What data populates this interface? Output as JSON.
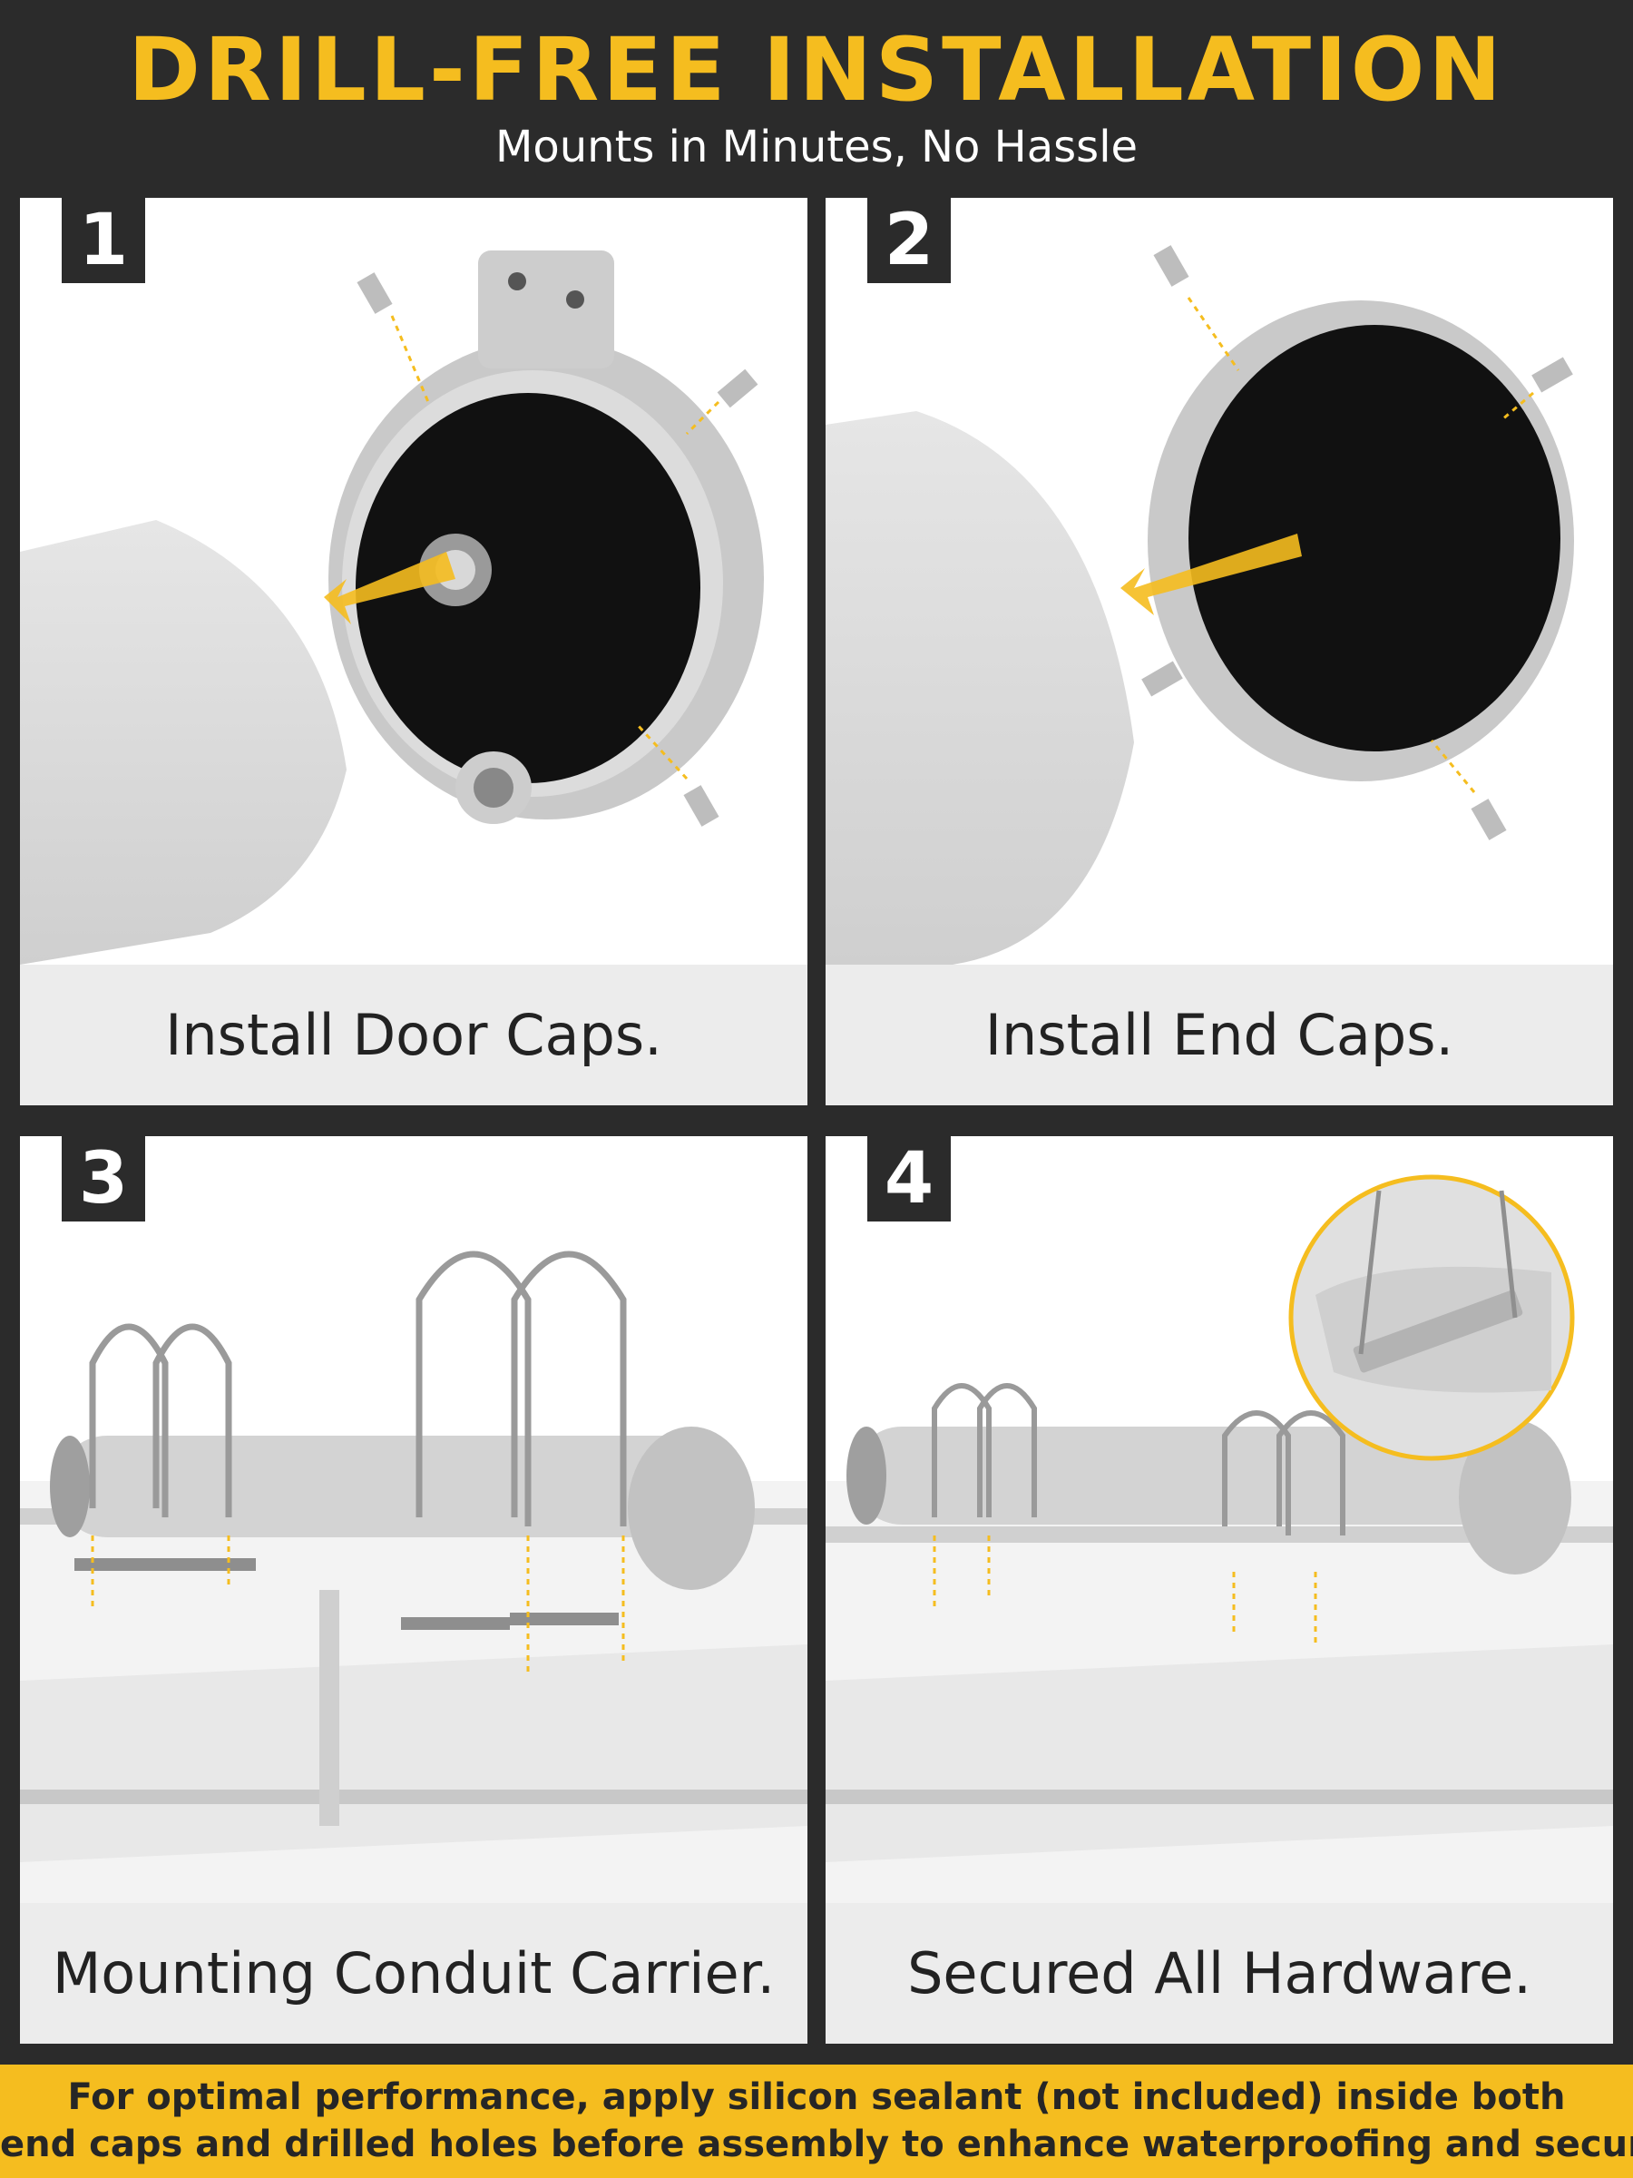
{
  "header": {
    "title": "DRILL-FREE INSTALLATION",
    "subtitle": "Mounts in Minutes, No Hassle"
  },
  "steps": [
    {
      "number": "1",
      "caption": "Install Door Caps."
    },
    {
      "number": "2",
      "caption": "Install End Caps."
    },
    {
      "number": "3",
      "caption": "Mounting Conduit Carrier."
    },
    {
      "number": "4",
      "caption": "Secured All Hardware."
    }
  ],
  "footer": {
    "line1": "For optimal performance, apply silicon sealant (not included) inside both",
    "line2": "end caps and drilled holes before assembly to enhance waterproofing and security."
  },
  "colors": {
    "accent": "#f5bd1f",
    "background": "#2b2b2b",
    "caption_bar": "#ececec"
  }
}
